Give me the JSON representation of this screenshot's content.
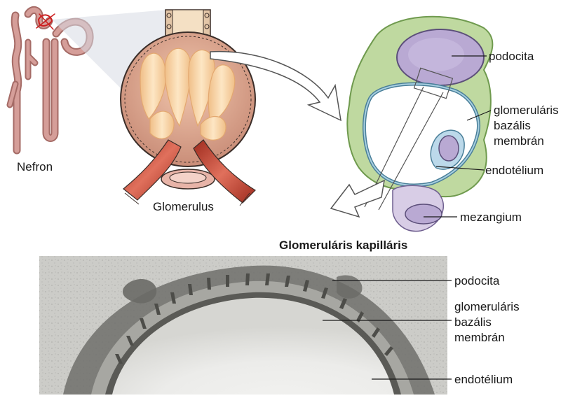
{
  "top_panel": {
    "nefron_label": "Nefron",
    "glomerulus_label": "Glomerulus",
    "podocita_label": "podocita",
    "gbm_label_line1": "glomeruláris",
    "gbm_label_line2": "bazális",
    "gbm_label_line3": "membrán",
    "endotelium_label": "endotélium",
    "mezangium_label": "mezangium"
  },
  "caption": "Glomeruláris kapilláris",
  "micrograph": {
    "podocita_label": "podocita",
    "gbm_label_line1": "glomeruláris",
    "gbm_label_line2": "bazális",
    "gbm_label_line3": "membrán",
    "endotelium_label": "endotélium"
  },
  "colors": {
    "nephron_tubule": "#c98f8a",
    "capsule": "#d9a58f",
    "capillary_loops": "#f6d3a6",
    "arteriole": "#c0392b",
    "podocyte_body": "#9fc07a",
    "podocyte_nucleus": "#b7a6d0",
    "basement_membrane": "#7fb3c8",
    "micrograph_bg": "#b9b9b9"
  }
}
